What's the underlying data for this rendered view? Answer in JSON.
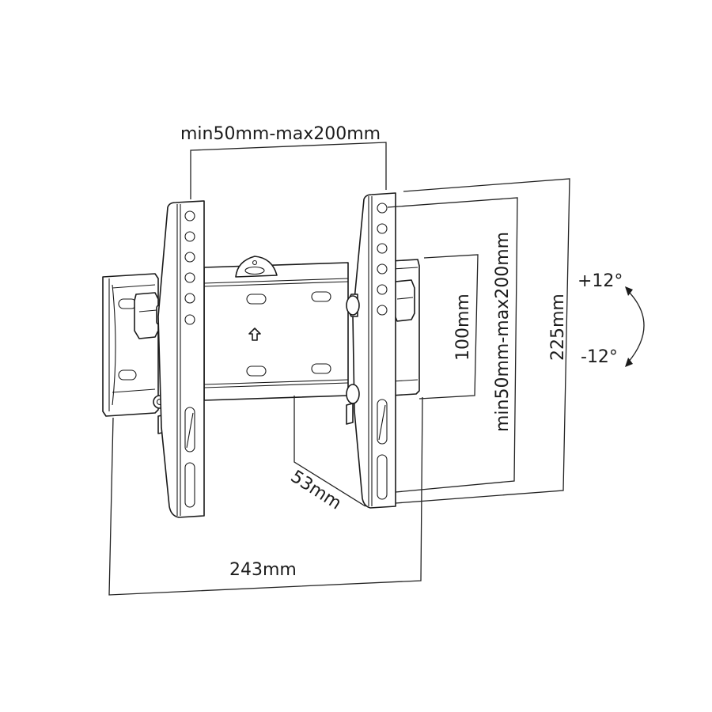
{
  "diagram": {
    "subject": "Tilting TV wall mount bracket",
    "dimensions": {
      "horizontal_vesa": "min50mm-max200mm",
      "vertical_vesa": "min50mm-max200mm",
      "wall_plate_height": "100mm",
      "overall_height": "225mm",
      "overall_width": "243mm",
      "depth": "53mm"
    },
    "tilt": {
      "up": "+12°",
      "down": "-12°"
    },
    "icons": {
      "up_arrow": "⇧"
    },
    "colors": {
      "line": "#1a1a1a",
      "background": "#ffffff"
    }
  }
}
